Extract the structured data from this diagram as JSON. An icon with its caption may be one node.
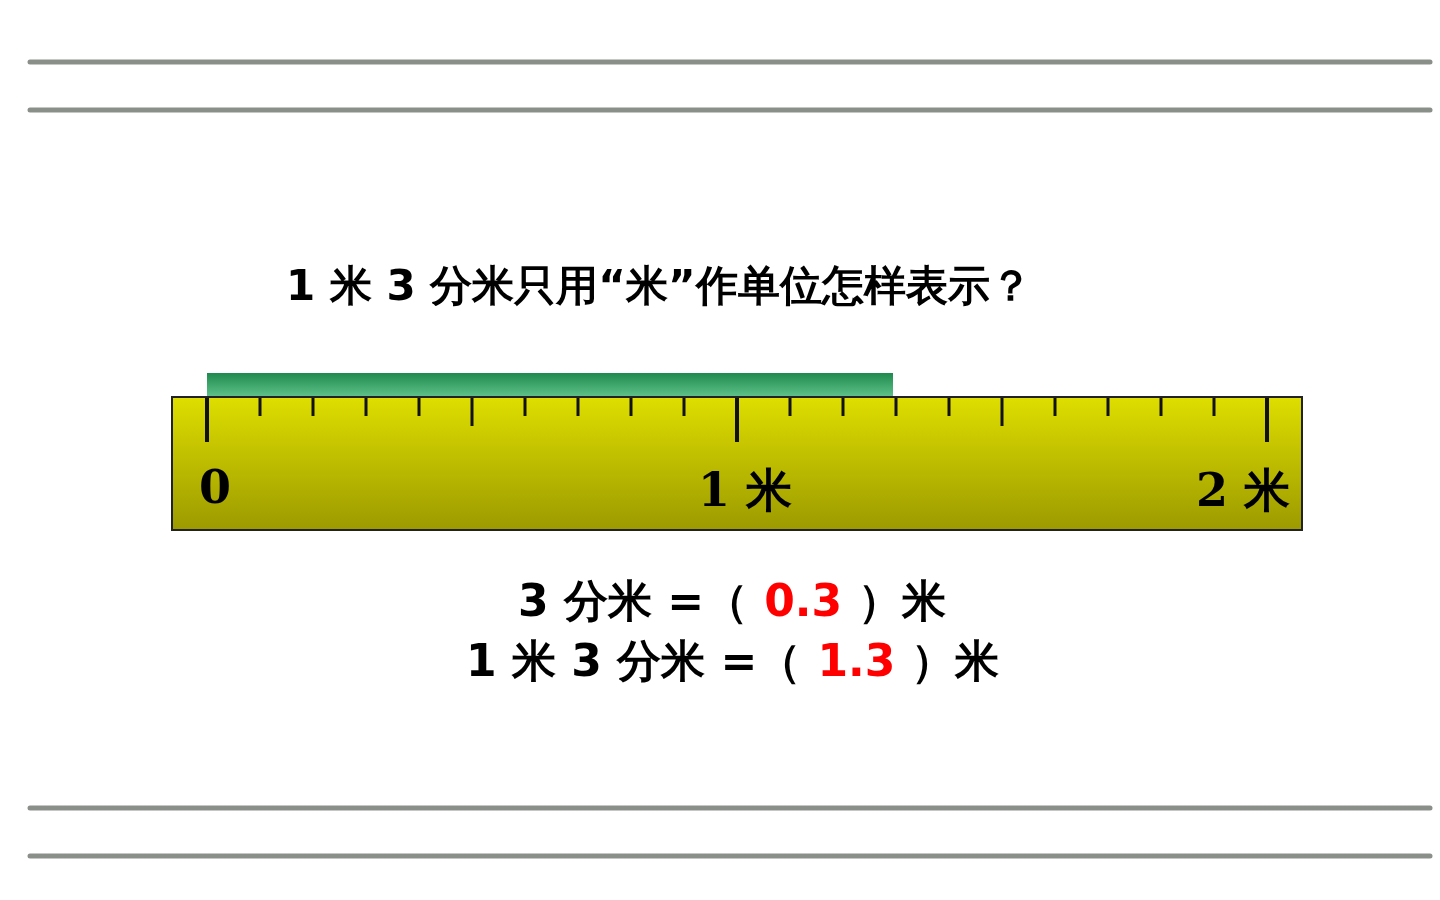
{
  "diagram": {
    "title": "1 米 3 分米只用“米”作单位怎样表示？",
    "labels": [
      "0",
      "1 米",
      "2 米",
      "3 分米 =（",
      "0.3",
      "）米",
      "1 米 3 分米 =（",
      "1.3",
      "）米"
    ]
  }
}
